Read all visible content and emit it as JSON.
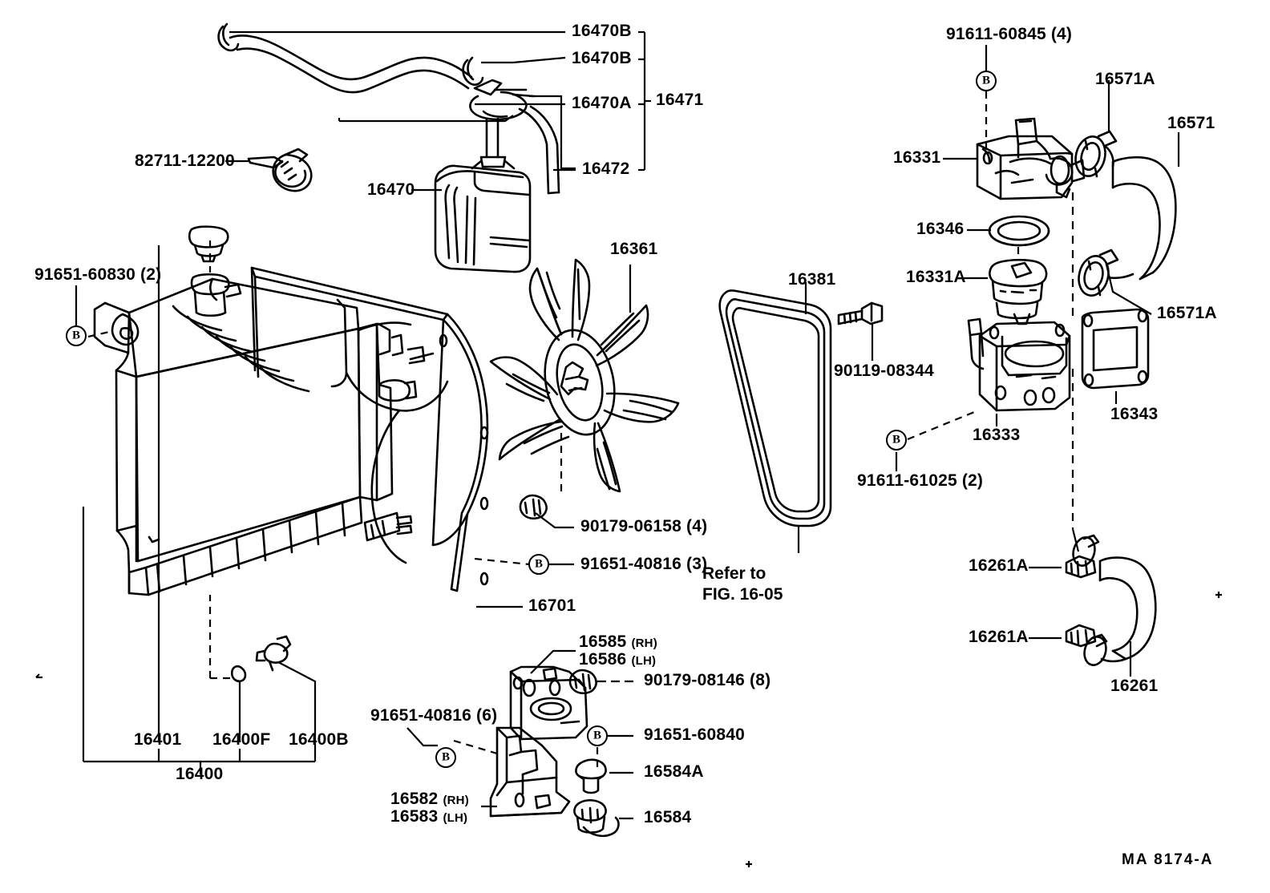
{
  "sheet": {
    "diagram_code": "MA  8174-A",
    "reference_note_line1": "Refer to",
    "reference_note_line2": "FIG. 16-05"
  },
  "labels": {
    "l16470B_top": {
      "text": "16470B"
    },
    "l16470B_second": {
      "text": "16470B"
    },
    "l16471": {
      "text": "16471"
    },
    "l16470A": {
      "text": "16470A"
    },
    "l16472": {
      "text": "16472"
    },
    "l82711": {
      "text": "82711-12200"
    },
    "l16470": {
      "text": "16470"
    },
    "l91651_60830": {
      "text": "91651-60830 (2)"
    },
    "l16361": {
      "text": "16361"
    },
    "l90179_06158": {
      "text": "90179-06158 (4)"
    },
    "l91651_40816_3": {
      "text": "91651-40816 (3)"
    },
    "l16701": {
      "text": "16701"
    },
    "l16401": {
      "text": "16401"
    },
    "l16400F": {
      "text": "16400F"
    },
    "l16400B": {
      "text": "16400B"
    },
    "l16400": {
      "text": "16400"
    },
    "l91651_40816_6": {
      "text": "91651-40816 (6)"
    },
    "l16585": {
      "text": "16585",
      "suffix": "(RH)"
    },
    "l16586": {
      "text": "16586",
      "suffix": "(LH)"
    },
    "l16582": {
      "text": "16582",
      "suffix": "(RH)"
    },
    "l16583": {
      "text": "16583",
      "suffix": "(LH)"
    },
    "l90179_08146": {
      "text": "90179-08146 (8)"
    },
    "l91651_60840": {
      "text": "91651-60840"
    },
    "l16584A": {
      "text": "16584A"
    },
    "l16584": {
      "text": "16584"
    },
    "l16381": {
      "text": "16381"
    },
    "l90119_08344": {
      "text": "90119-08344"
    },
    "l91611_60845": {
      "text": "91611-60845 (4)"
    },
    "l16331": {
      "text": "16331"
    },
    "l16346": {
      "text": "16346"
    },
    "l16331A": {
      "text": "16331A"
    },
    "l16571A_top": {
      "text": "16571A"
    },
    "l16571": {
      "text": "16571"
    },
    "l16571A_mid": {
      "text": "16571A"
    },
    "l16343": {
      "text": "16343"
    },
    "l16333": {
      "text": "16333"
    },
    "l91611_61025": {
      "text": "91611-61025 (2)"
    },
    "l16261A_upper": {
      "text": "16261A"
    },
    "l16261A_lower": {
      "text": "16261A"
    },
    "l16261": {
      "text": "16261"
    }
  },
  "badges": {
    "b_91651_60830": {
      "letter": "B"
    },
    "b_91651_40816_3": {
      "letter": "B"
    },
    "b_91651_40816_6": {
      "letter": "B"
    },
    "b_91651_60840": {
      "letter": "B"
    },
    "b_91611_60845": {
      "letter": "B"
    },
    "b_91611_61025": {
      "letter": "B"
    }
  },
  "colors": {
    "ink": "#000000",
    "paper": "#ffffff"
  }
}
